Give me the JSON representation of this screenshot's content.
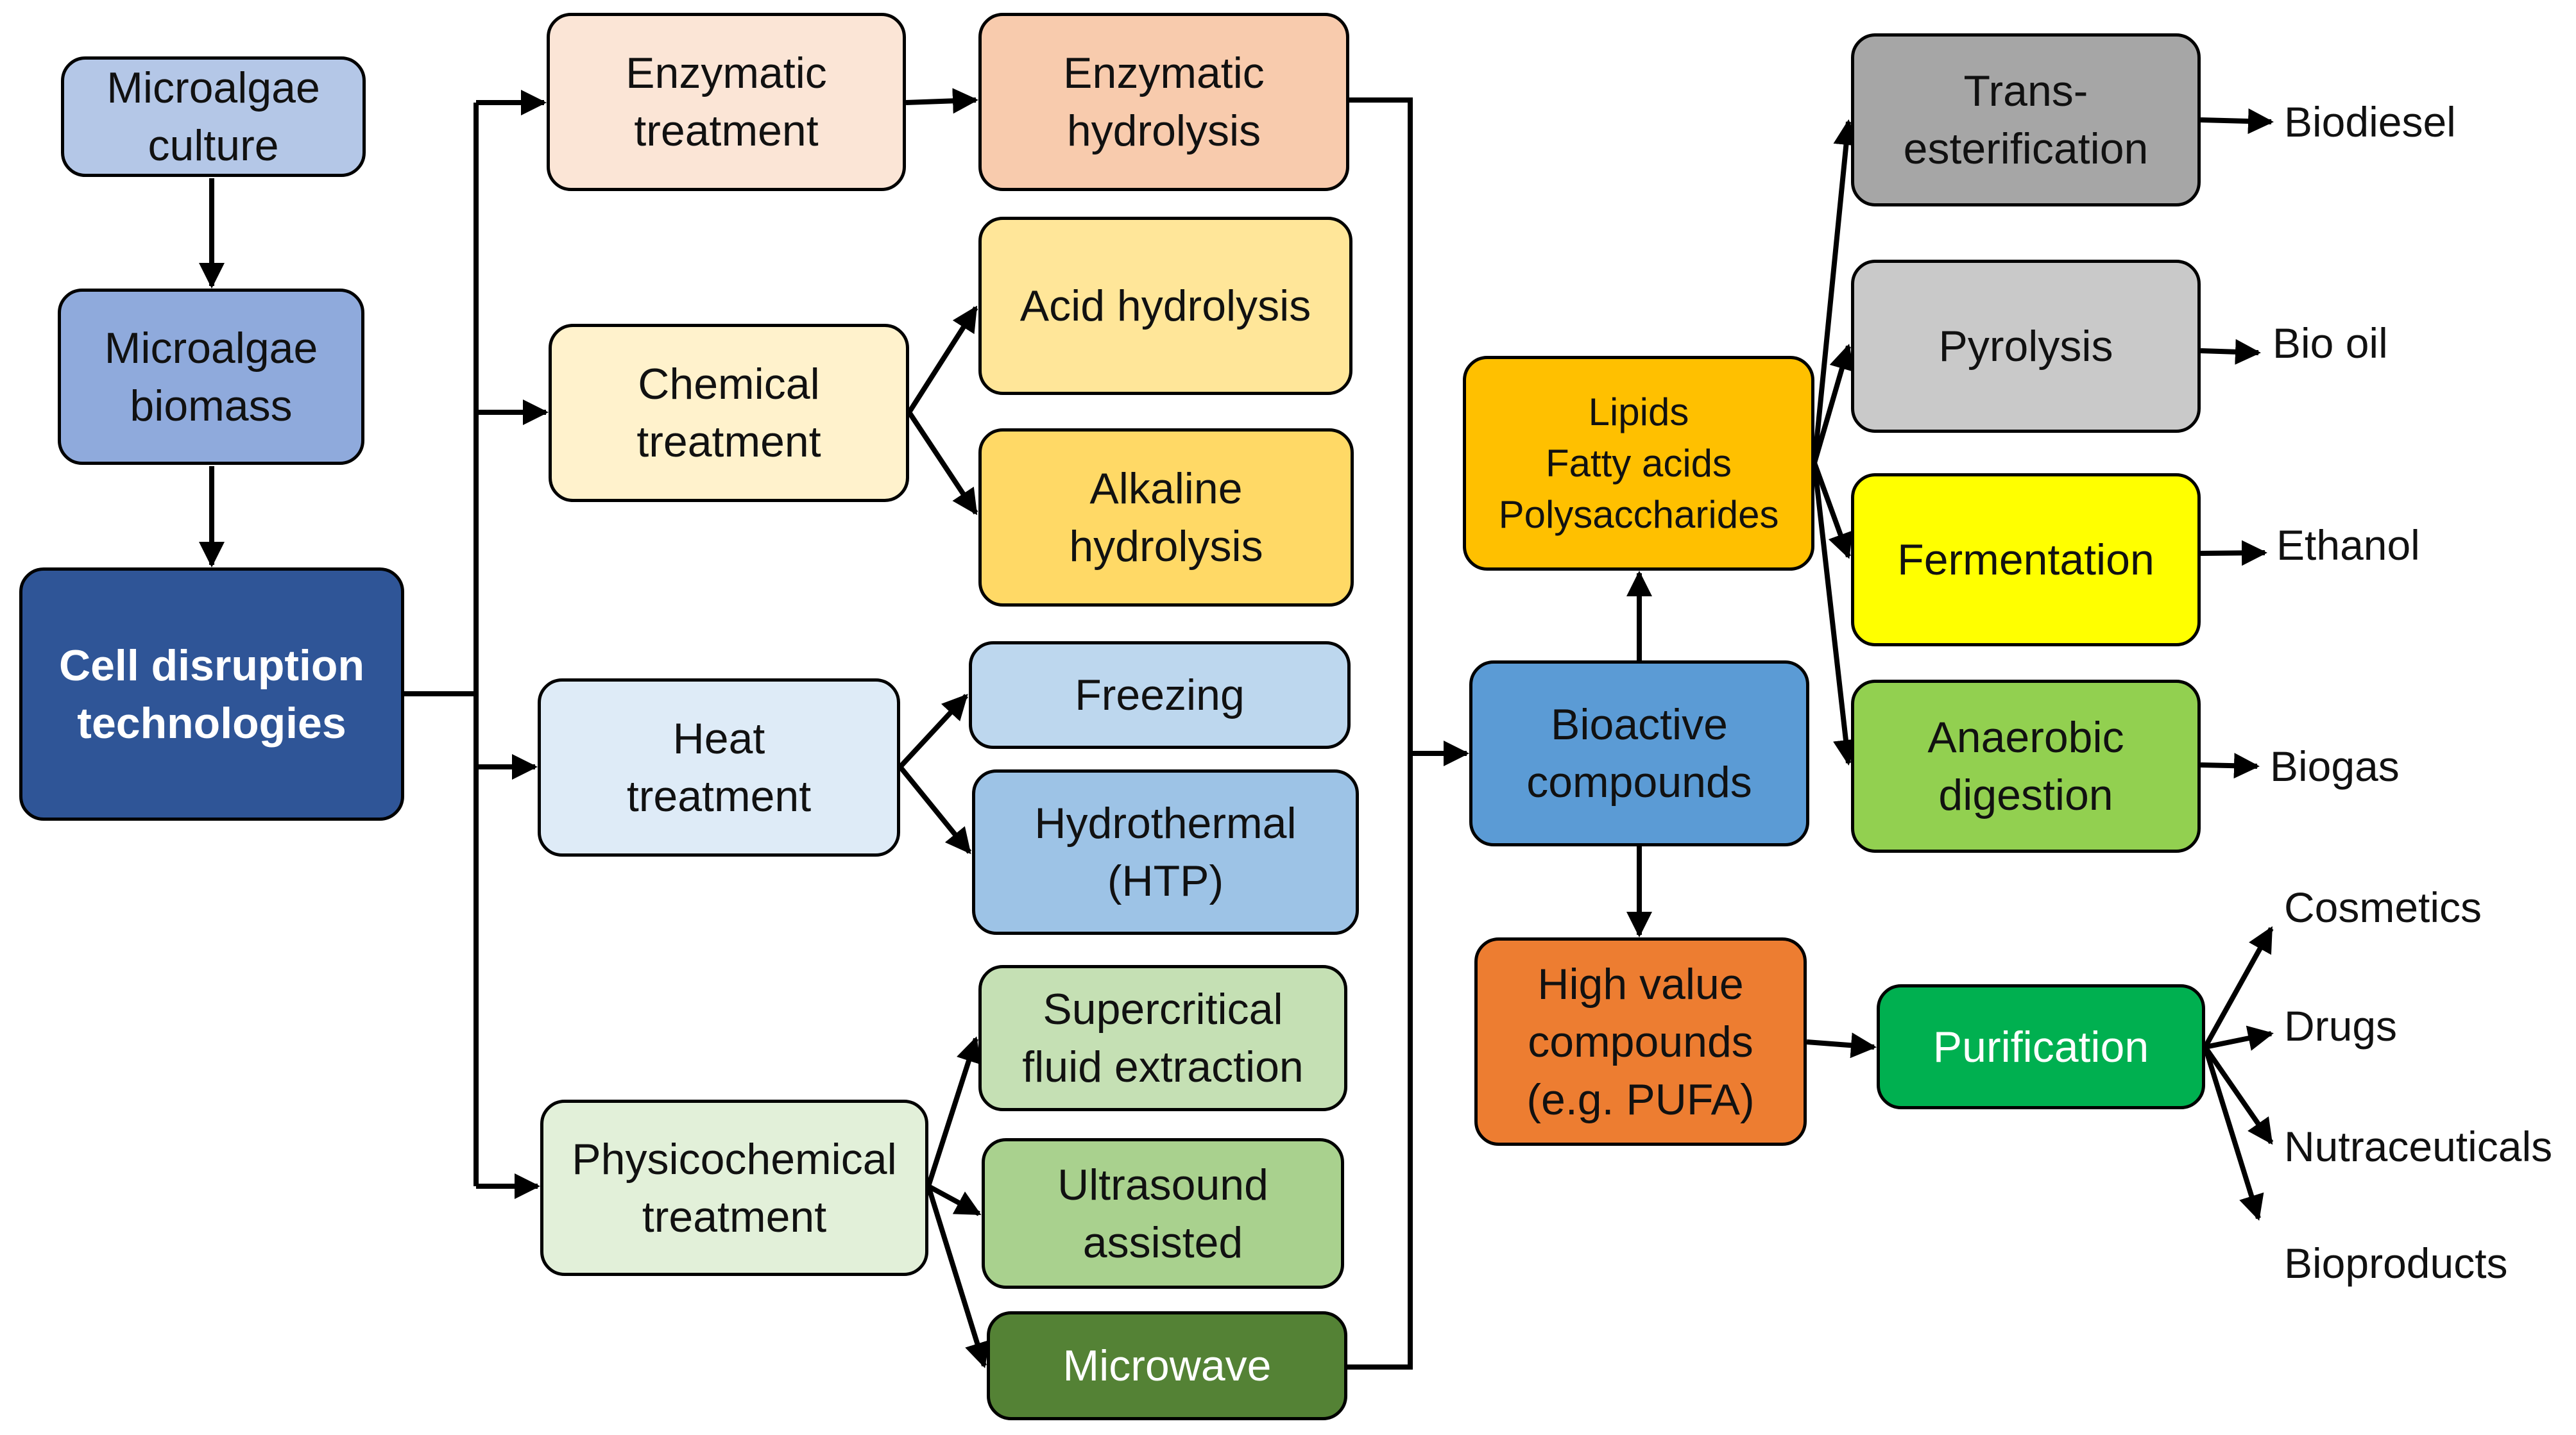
{
  "nodes": {
    "microalgae_culture": {
      "lines": [
        "Microalgae",
        "culture"
      ],
      "fill": "#b4c7e7"
    },
    "microalgae_biomass": {
      "lines": [
        "Microalgae",
        "biomass"
      ],
      "fill": "#8faadc"
    },
    "cell_disruption": {
      "lines": [
        "Cell disruption",
        "technologies"
      ],
      "fill": "#2f5597"
    },
    "enzymatic_treatment": {
      "lines": [
        "Enzymatic",
        "treatment"
      ],
      "fill": "#fbe5d6"
    },
    "enzymatic_hydrolysis": {
      "lines": [
        "Enzymatic",
        "hydrolysis"
      ],
      "fill": "#f8cbad"
    },
    "chemical_treatment": {
      "lines": [
        "Chemical",
        "treatment"
      ],
      "fill": "#fff2cc"
    },
    "acid_hydrolysis": {
      "lines": [
        "Acid hydrolysis"
      ],
      "fill": "#ffe699"
    },
    "alkaline_hydrolysis": {
      "lines": [
        "Alkaline",
        "hydrolysis"
      ],
      "fill": "#ffd966"
    },
    "heat_treatment": {
      "lines": [
        "Heat",
        "treatment"
      ],
      "fill": "#deebf7"
    },
    "freezing": {
      "lines": [
        "Freezing"
      ],
      "fill": "#bdd7ee"
    },
    "hydrothermal": {
      "lines": [
        "Hydrothermal",
        "(HTP)"
      ],
      "fill": "#9dc3e6"
    },
    "physicochemical_treatment": {
      "lines": [
        "Physicochemical",
        "treatment"
      ],
      "fill": "#e2f0d9"
    },
    "supercritical": {
      "lines": [
        "Supercritical",
        "fluid extraction"
      ],
      "fill": "#c5e0b4"
    },
    "ultrasound": {
      "lines": [
        "Ultrasound",
        "assisted"
      ],
      "fill": "#a9d18e"
    },
    "microwave": {
      "lines": [
        "Microwave"
      ],
      "fill": "#548235"
    },
    "lipids": {
      "lines": [
        "Lipids",
        "Fatty acids",
        "Polysaccharides"
      ],
      "fill": "#ffc000"
    },
    "bioactive": {
      "lines": [
        "Bioactive",
        "compounds"
      ],
      "fill": "#5b9bd5"
    },
    "high_value": {
      "lines": [
        "High value",
        "compounds",
        "(e.g. PUFA)"
      ],
      "fill": "#ed7d31"
    },
    "purification": {
      "lines": [
        "Purification"
      ],
      "fill": "#00b050"
    },
    "transesterification": {
      "lines": [
        "Trans-",
        "esterification"
      ],
      "fill": "#a6a6a6"
    },
    "pyrolysis": {
      "lines": [
        "Pyrolysis"
      ],
      "fill": "#c9c9c9"
    },
    "fermentation": {
      "lines": [
        "Fermentation"
      ],
      "fill": "#ffff00"
    },
    "anaerobic": {
      "lines": [
        "Anaerobic",
        "digestion"
      ],
      "fill": "#92d050"
    }
  },
  "outputs": {
    "biodiesel": "Biodiesel",
    "bio_oil": "Bio oil",
    "ethanol": "Ethanol",
    "biogas": "Biogas",
    "cosmetics": "Cosmetics",
    "drugs": "Drugs",
    "nutraceuticals": "Nutraceuticals",
    "bioproducts": "Bioproducts"
  }
}
